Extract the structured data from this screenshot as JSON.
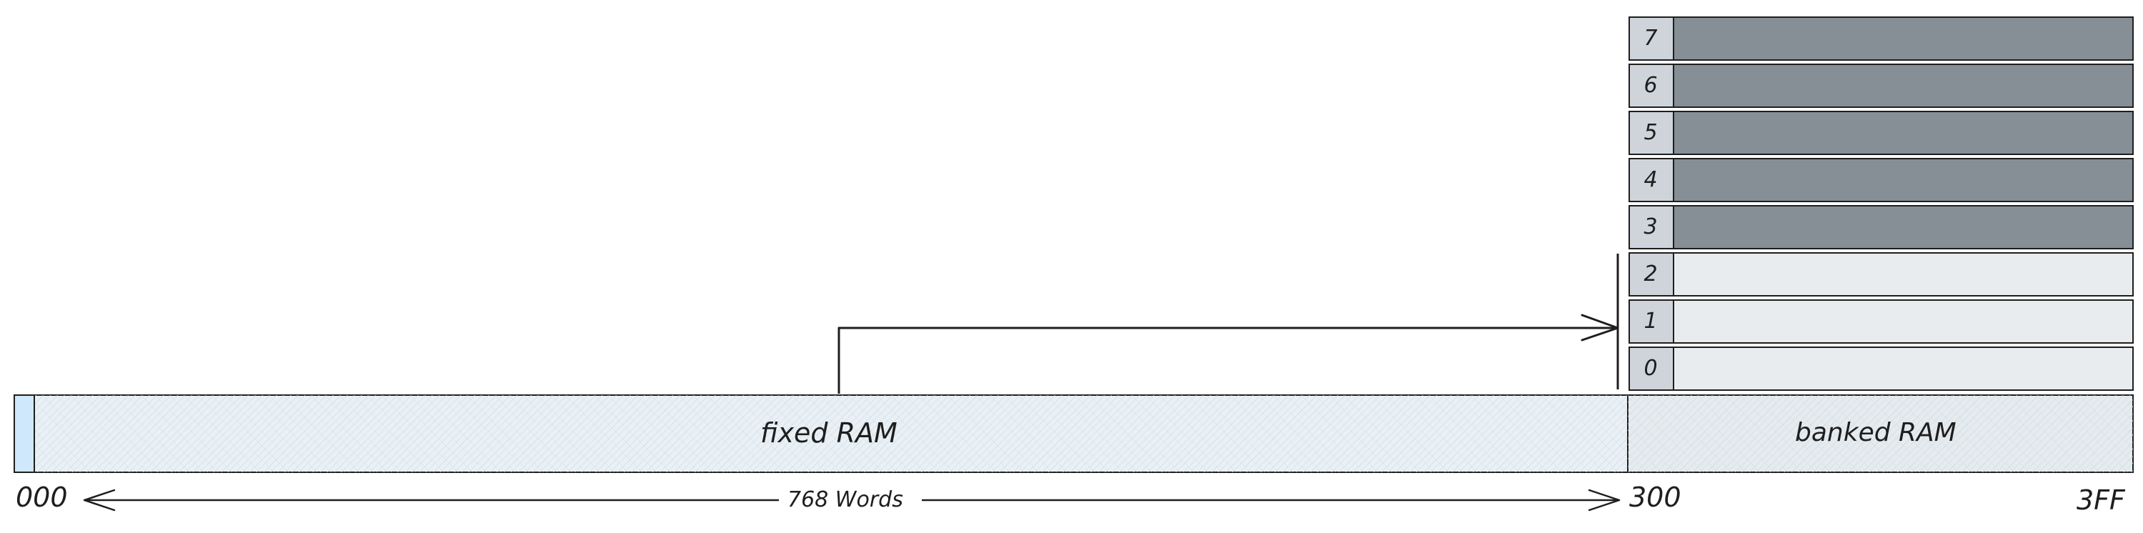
{
  "memory_map": {
    "fixed_label": "fixed RAM",
    "banked_label": "banked RAM",
    "addresses": {
      "start": "000",
      "bank_start": "300",
      "end": "3FF"
    },
    "span_label": "768 Words",
    "banks": [
      {
        "number": "0",
        "mapped": true
      },
      {
        "number": "1",
        "mapped": true
      },
      {
        "number": "2",
        "mapped": true
      },
      {
        "number": "3",
        "mapped": false
      },
      {
        "number": "4",
        "mapped": false
      },
      {
        "number": "5",
        "mapped": false
      },
      {
        "number": "6",
        "mapped": false
      },
      {
        "number": "7",
        "mapped": false
      }
    ]
  },
  "colors": {
    "fixed_fill": "#e9f1f6",
    "banked_fill": "#e5ebee",
    "bank_active_fill": "#e9ecef",
    "bank_inactive_fill": "#868e96",
    "bank_num_fill": "#ced4da",
    "stroke": "#1e1e1e",
    "accent_strip": "#a5d8ff"
  }
}
